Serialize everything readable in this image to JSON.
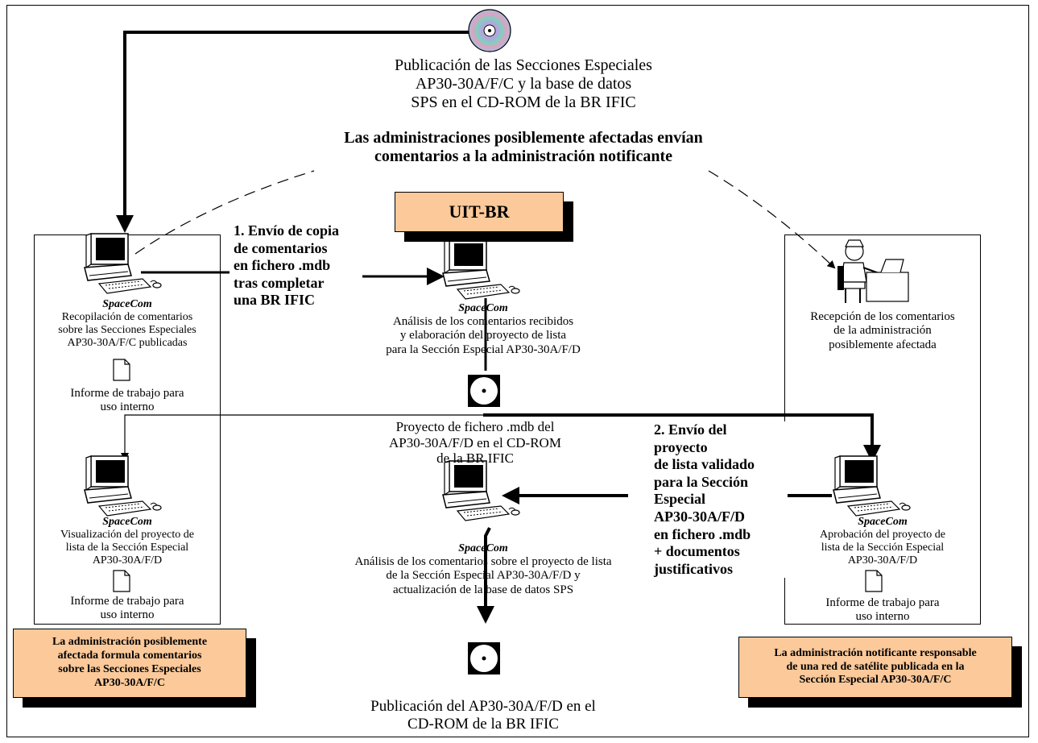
{
  "top_publication": "Publicación de las Secciones Especiales AP30-30A/F/C y la base de datos SPS en el CD-ROM de la BR IFIC",
  "top_publication_lines": [
    "Publicación de las Secciones Especiales",
    "AP30-30A/F/C y la base de datos",
    "SPS en el CD-ROM de la BR IFIC"
  ],
  "headline_lines": [
    "Las administraciones posiblemente afectadas envían",
    "comentarios a la administración notificante"
  ],
  "uit_br_label": "UIT-BR",
  "step1_lines": [
    "1. Envío de copia",
    "de comentarios",
    "en fichero .mdb",
    "tras completar",
    "una BR IFIC"
  ],
  "step2_lines": [
    "2. Envío del",
    "proyecto",
    "de lista validado",
    "para la Sección",
    "Especial",
    "AP30-30A/F/D",
    "en fichero  .mdb",
    " + documentos",
    "justificativos"
  ],
  "spacecom_label": "SpaceCom",
  "left_panel": {
    "top_caption_lines": [
      "Recopilación de comentarios",
      "sobre  las Secciones Especiales",
      "AP30-30A/F/C publicadas"
    ],
    "report_top_lines": [
      "Informe de trabajo para",
      "uso interno"
    ],
    "bottom_caption_lines": [
      "Visualización del proyecto de",
      "lista de la Sección Especial",
      "AP30-30A/F/D"
    ],
    "report_bottom_lines": [
      "Informe de trabajo para",
      "uso interno"
    ],
    "orange_box_lines": [
      "La administración posiblemente",
      "afectada formula comentarios",
      "sobre las  Secciones Especiales",
      "AP30-30A/F/C"
    ]
  },
  "center": {
    "analysis_lines": [
      "Análisis de los comentarios recibidos",
      "y elaboración del proyecto de lista",
      "para la Sección Especial AP30-30A/F/D"
    ],
    "draft_lines": [
      "Proyecto de fichero .mdb del",
      "AP30-30A/F/D en el CD-ROM",
      "de la BR IFIC"
    ],
    "analysis2_lines": [
      "Análisis de los comentarios sobre el  proyecto de lista",
      "de la  Sección Especial AP30-30A/F/D y",
      "actualización de la base de datos SPS"
    ],
    "final_publication_lines": [
      "Publicación del AP30-30A/F/D en el",
      "CD-ROM de la BR IFIC"
    ]
  },
  "right_panel": {
    "reception_lines": [
      "Recepción de los comentarios",
      "de la administración",
      "posiblemente afectada"
    ],
    "approval_lines": [
      "Aprobación del proyecto de",
      "lista de la Sección Especial",
      "AP30-30A/F/D"
    ],
    "report_lines": [
      "Informe de trabajo para",
      "uso interno"
    ],
    "orange_box_lines": [
      "La administración notificante responsable",
      "de una red de satélite publicada en la",
      "Sección Especial AP30-30A/F/C"
    ]
  },
  "colors": {
    "orange_box": "#fbc99a",
    "monitor": "#000000",
    "cd_rainbow": "#7fd0c0"
  },
  "icons": [
    "cd-rom-icon",
    "computer-icon",
    "document-icon",
    "person-at-desk-icon",
    "disc-icon"
  ]
}
